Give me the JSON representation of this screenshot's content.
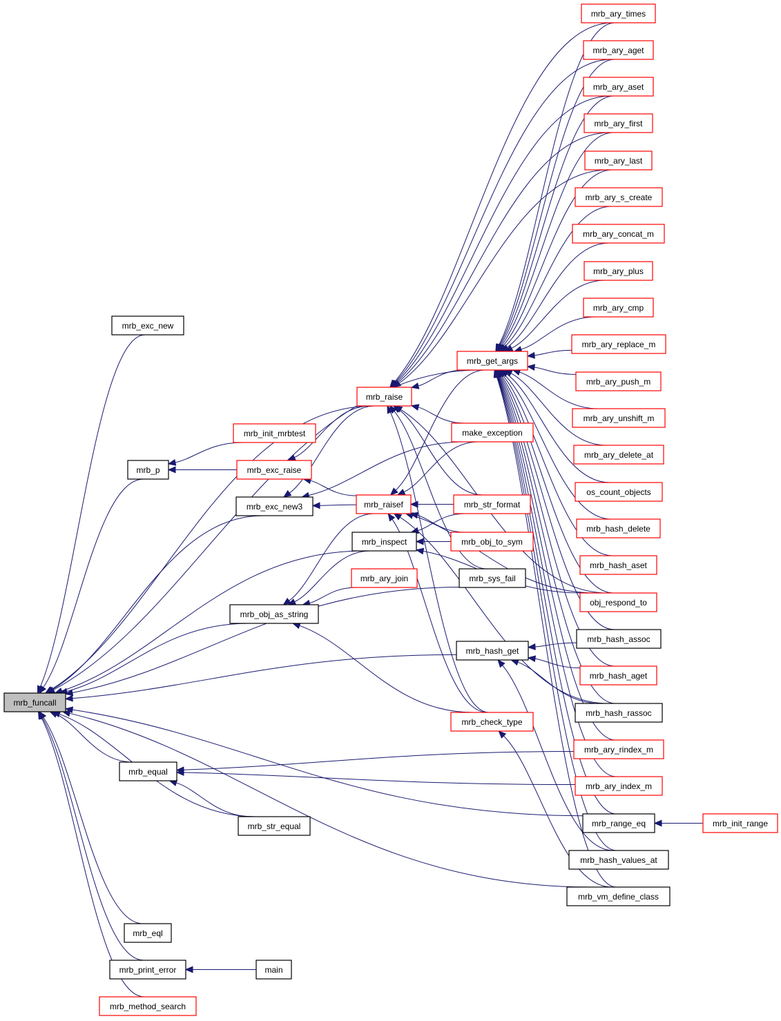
{
  "title": "Caller graph for mrb_funcall",
  "colors": {
    "edge": "#191970",
    "focus_fill": "#bfbfbf",
    "node_border_documented": "#000000",
    "node_border_undocumented": "#ff0000",
    "node_fill": "#ffffff"
  },
  "nodes": [
    {
      "id": "mrb_funcall",
      "label": "mrb_funcall",
      "style": "focus"
    },
    {
      "id": "mrb_exc_new",
      "label": "mrb_exc_new",
      "style": "black"
    },
    {
      "id": "mrb_p",
      "label": "mrb_p",
      "style": "black"
    },
    {
      "id": "mrb_exc_new3",
      "label": "mrb_exc_new3",
      "style": "black"
    },
    {
      "id": "mrb_obj_as_string",
      "label": "mrb_obj_as_string",
      "style": "black"
    },
    {
      "id": "mrb_equal",
      "label": "mrb_equal",
      "style": "black"
    },
    {
      "id": "mrb_str_equal",
      "label": "mrb_str_equal",
      "style": "black"
    },
    {
      "id": "mrb_eql",
      "label": "mrb_eql",
      "style": "black"
    },
    {
      "id": "mrb_print_error",
      "label": "mrb_print_error",
      "style": "black"
    },
    {
      "id": "main",
      "label": "main",
      "style": "black"
    },
    {
      "id": "mrb_method_search",
      "label": "mrb_method_search",
      "style": "red"
    },
    {
      "id": "mrb_init_mrbtest",
      "label": "mrb_init_mrbtest",
      "style": "red"
    },
    {
      "id": "mrb_exc_raise",
      "label": "mrb_exc_raise",
      "style": "red"
    },
    {
      "id": "mrb_raise",
      "label": "mrb_raise",
      "style": "red"
    },
    {
      "id": "mrb_raisef",
      "label": "mrb_raisef",
      "style": "red"
    },
    {
      "id": "mrb_inspect",
      "label": "mrb_inspect",
      "style": "black"
    },
    {
      "id": "mrb_ary_join",
      "label": "mrb_ary_join",
      "style": "red"
    },
    {
      "id": "mrb_get_args",
      "label": "mrb_get_args",
      "style": "red"
    },
    {
      "id": "make_exception",
      "label": "make_exception",
      "style": "red"
    },
    {
      "id": "mrb_str_format",
      "label": "mrb_str_format",
      "style": "red"
    },
    {
      "id": "mrb_obj_to_sym",
      "label": "mrb_obj_to_sym",
      "style": "red"
    },
    {
      "id": "mrb_sys_fail",
      "label": "mrb_sys_fail",
      "style": "black"
    },
    {
      "id": "mrb_hash_get",
      "label": "mrb_hash_get",
      "style": "black"
    },
    {
      "id": "mrb_check_type",
      "label": "mrb_check_type",
      "style": "red"
    },
    {
      "id": "mrb_ary_times",
      "label": "mrb_ary_times",
      "style": "red"
    },
    {
      "id": "mrb_ary_aget",
      "label": "mrb_ary_aget",
      "style": "red"
    },
    {
      "id": "mrb_ary_aset",
      "label": "mrb_ary_aset",
      "style": "red"
    },
    {
      "id": "mrb_ary_first",
      "label": "mrb_ary_first",
      "style": "red"
    },
    {
      "id": "mrb_ary_last",
      "label": "mrb_ary_last",
      "style": "red"
    },
    {
      "id": "mrb_ary_s_create",
      "label": "mrb_ary_s_create",
      "style": "red"
    },
    {
      "id": "mrb_ary_concat_m",
      "label": "mrb_ary_concat_m",
      "style": "red"
    },
    {
      "id": "mrb_ary_plus",
      "label": "mrb_ary_plus",
      "style": "red"
    },
    {
      "id": "mrb_ary_cmp",
      "label": "mrb_ary_cmp",
      "style": "red"
    },
    {
      "id": "mrb_ary_replace_m",
      "label": "mrb_ary_replace_m",
      "style": "red"
    },
    {
      "id": "mrb_ary_push_m",
      "label": "mrb_ary_push_m",
      "style": "red"
    },
    {
      "id": "mrb_ary_unshift_m",
      "label": "mrb_ary_unshift_m",
      "style": "red"
    },
    {
      "id": "mrb_ary_delete_at",
      "label": "mrb_ary_delete_at",
      "style": "red"
    },
    {
      "id": "os_count_objects",
      "label": "os_count_objects",
      "style": "red"
    },
    {
      "id": "mrb_hash_delete",
      "label": "mrb_hash_delete",
      "style": "red"
    },
    {
      "id": "mrb_hash_aset",
      "label": "mrb_hash_aset",
      "style": "red"
    },
    {
      "id": "obj_respond_to",
      "label": "obj_respond_to",
      "style": "red"
    },
    {
      "id": "mrb_hash_assoc",
      "label": "mrb_hash_assoc",
      "style": "black"
    },
    {
      "id": "mrb_hash_aget",
      "label": "mrb_hash_aget",
      "style": "red"
    },
    {
      "id": "mrb_hash_rassoc",
      "label": "mrb_hash_rassoc",
      "style": "black"
    },
    {
      "id": "mrb_ary_rindex_m",
      "label": "mrb_ary_rindex_m",
      "style": "red"
    },
    {
      "id": "mrb_ary_index_m",
      "label": "mrb_ary_index_m",
      "style": "red"
    },
    {
      "id": "mrb_range_eq",
      "label": "mrb_range_eq",
      "style": "black"
    },
    {
      "id": "mrb_init_range",
      "label": "mrb_init_range",
      "style": "red"
    },
    {
      "id": "mrb_hash_values_at",
      "label": "mrb_hash_values_at",
      "style": "black"
    },
    {
      "id": "mrb_vm_define_class",
      "label": "mrb_vm_define_class",
      "style": "black"
    }
  ],
  "edges": [
    [
      "mrb_exc_new",
      "mrb_funcall"
    ],
    [
      "mrb_get_args",
      "mrb_funcall"
    ],
    [
      "mrb_raise",
      "mrb_funcall"
    ],
    [
      "mrb_p",
      "mrb_funcall"
    ],
    [
      "mrb_exc_new3",
      "mrb_funcall"
    ],
    [
      "mrb_inspect",
      "mrb_funcall"
    ],
    [
      "mrb_obj_as_string",
      "mrb_funcall"
    ],
    [
      "mrb_sys_fail",
      "mrb_funcall"
    ],
    [
      "mrb_hash_get",
      "mrb_funcall"
    ],
    [
      "mrb_equal",
      "mrb_funcall"
    ],
    [
      "mrb_str_equal",
      "mrb_funcall"
    ],
    [
      "mrb_range_eq",
      "mrb_funcall"
    ],
    [
      "mrb_vm_define_class",
      "mrb_funcall"
    ],
    [
      "mrb_eql",
      "mrb_funcall"
    ],
    [
      "mrb_print_error",
      "mrb_funcall"
    ],
    [
      "mrb_method_search",
      "mrb_funcall"
    ],
    [
      "mrb_init_mrbtest",
      "mrb_p"
    ],
    [
      "mrb_exc_raise",
      "mrb_p"
    ],
    [
      "mrb_raise",
      "mrb_exc_raise"
    ],
    [
      "mrb_raisef",
      "mrb_exc_raise"
    ],
    [
      "mrb_raise",
      "mrb_exc_new3"
    ],
    [
      "make_exception",
      "mrb_exc_new3"
    ],
    [
      "mrb_raisef",
      "mrb_exc_new3"
    ],
    [
      "mrb_get_args",
      "mrb_raise"
    ],
    [
      "make_exception",
      "mrb_raise"
    ],
    [
      "mrb_str_format",
      "mrb_raise"
    ],
    [
      "mrb_sys_fail",
      "mrb_raise"
    ],
    [
      "mrb_check_type",
      "mrb_raise"
    ],
    [
      "mrb_ary_times",
      "mrb_raise"
    ],
    [
      "mrb_ary_aget",
      "mrb_raise"
    ],
    [
      "mrb_ary_aset",
      "mrb_raise"
    ],
    [
      "mrb_ary_first",
      "mrb_raise"
    ],
    [
      "mrb_ary_last",
      "mrb_raise"
    ],
    [
      "obj_respond_to",
      "mrb_raise"
    ],
    [
      "mrb_get_args",
      "mrb_raisef"
    ],
    [
      "make_exception",
      "mrb_raisef"
    ],
    [
      "mrb_str_format",
      "mrb_raisef"
    ],
    [
      "mrb_obj_to_sym",
      "mrb_raisef"
    ],
    [
      "mrb_check_type",
      "mrb_raisef"
    ],
    [
      "obj_respond_to",
      "mrb_raisef"
    ],
    [
      "mrb_hash_rassoc",
      "mrb_raisef"
    ],
    [
      "mrb_str_format",
      "mrb_inspect"
    ],
    [
      "mrb_obj_to_sym",
      "mrb_inspect"
    ],
    [
      "obj_respond_to",
      "mrb_inspect"
    ],
    [
      "mrb_inspect",
      "mrb_obj_as_string"
    ],
    [
      "mrb_ary_join",
      "mrb_obj_as_string"
    ],
    [
      "mrb_raisef",
      "mrb_obj_as_string"
    ],
    [
      "mrb_check_type",
      "mrb_obj_as_string"
    ],
    [
      "mrb_ary_times",
      "mrb_get_args"
    ],
    [
      "mrb_ary_aget",
      "mrb_get_args"
    ],
    [
      "mrb_ary_aset",
      "mrb_get_args"
    ],
    [
      "mrb_ary_first",
      "mrb_get_args"
    ],
    [
      "mrb_ary_last",
      "mrb_get_args"
    ],
    [
      "mrb_ary_s_create",
      "mrb_get_args"
    ],
    [
      "mrb_ary_concat_m",
      "mrb_get_args"
    ],
    [
      "mrb_ary_plus",
      "mrb_get_args"
    ],
    [
      "mrb_ary_cmp",
      "mrb_get_args"
    ],
    [
      "mrb_ary_replace_m",
      "mrb_get_args"
    ],
    [
      "mrb_ary_push_m",
      "mrb_get_args"
    ],
    [
      "mrb_ary_unshift_m",
      "mrb_get_args"
    ],
    [
      "mrb_ary_delete_at",
      "mrb_get_args"
    ],
    [
      "os_count_objects",
      "mrb_get_args"
    ],
    [
      "mrb_hash_delete",
      "mrb_get_args"
    ],
    [
      "mrb_hash_aset",
      "mrb_get_args"
    ],
    [
      "obj_respond_to",
      "mrb_get_args"
    ],
    [
      "mrb_hash_assoc",
      "mrb_get_args"
    ],
    [
      "mrb_hash_aget",
      "mrb_get_args"
    ],
    [
      "mrb_hash_rassoc",
      "mrb_get_args"
    ],
    [
      "mrb_ary_rindex_m",
      "mrb_get_args"
    ],
    [
      "mrb_ary_index_m",
      "mrb_get_args"
    ],
    [
      "mrb_range_eq",
      "mrb_get_args"
    ],
    [
      "mrb_hash_values_at",
      "mrb_get_args"
    ],
    [
      "mrb_vm_define_class",
      "mrb_get_args"
    ],
    [
      "mrb_hash_assoc",
      "mrb_hash_get"
    ],
    [
      "mrb_hash_aget",
      "mrb_hash_get"
    ],
    [
      "mrb_hash_rassoc",
      "mrb_hash_get"
    ],
    [
      "mrb_hash_values_at",
      "mrb_hash_get"
    ],
    [
      "mrb_vm_define_class",
      "mrb_check_type"
    ],
    [
      "mrb_ary_rindex_m",
      "mrb_equal"
    ],
    [
      "mrb_ary_index_m",
      "mrb_equal"
    ],
    [
      "mrb_str_equal",
      "mrb_equal"
    ],
    [
      "mrb_init_range",
      "mrb_range_eq"
    ],
    [
      "main",
      "mrb_print_error"
    ]
  ]
}
